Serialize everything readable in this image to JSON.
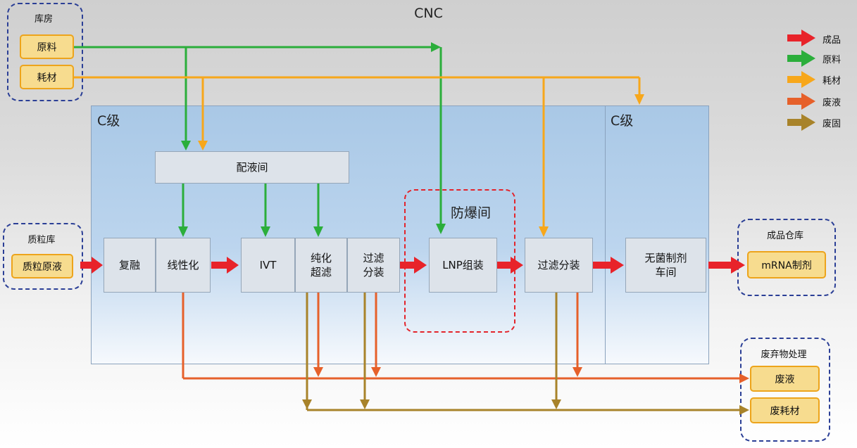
{
  "title": "CNC",
  "zones": {
    "left_label": "C级",
    "right_label": "C级",
    "explosion_room": "防爆间"
  },
  "groups": {
    "warehouse": {
      "label": "库房",
      "items": [
        "原料",
        "耗材"
      ]
    },
    "plasmid": {
      "label": "质粒库",
      "items": [
        "质粒原液"
      ]
    },
    "finished": {
      "label": "成品仓库",
      "items": [
        "mRNA制剂"
      ]
    },
    "waste": {
      "label": "废弃物处理",
      "items": [
        "废液",
        "废耗材"
      ]
    }
  },
  "process": {
    "prep_room": "配液间",
    "steps": [
      "复融",
      "线性化",
      "IVT",
      "纯化\n超滤",
      "过滤\n分装",
      "LNP组装",
      "过滤分装",
      "无菌制剂\n车间"
    ]
  },
  "legend": [
    {
      "label": "成品",
      "color": "#e8232a"
    },
    {
      "label": "原料",
      "color": "#2bae3b"
    },
    {
      "label": "耗材",
      "color": "#f7a71b"
    },
    {
      "label": "废液",
      "color": "#e6602a"
    },
    {
      "label": "废固",
      "color": "#a8832a"
    }
  ]
}
